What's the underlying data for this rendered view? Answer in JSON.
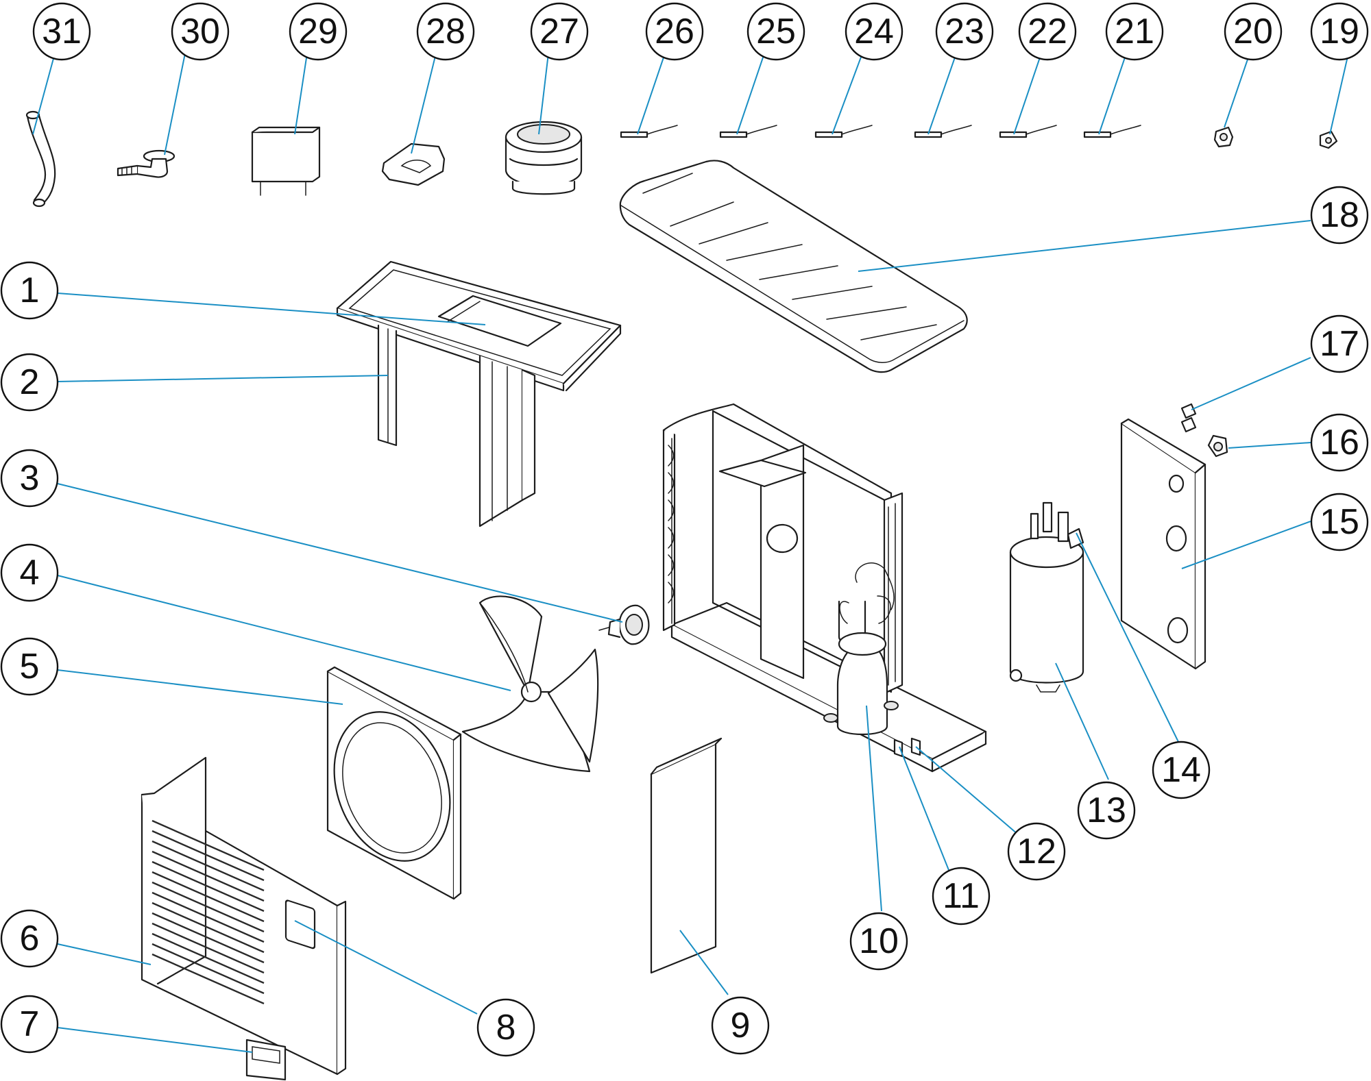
{
  "diagram": {
    "kind": "exploded-parts-view",
    "leader_color": "#1a8fc4",
    "callouts": [
      {
        "num": "1",
        "part": "control-board-tray"
      },
      {
        "num": "2",
        "part": "top-frame"
      },
      {
        "num": "3",
        "part": "fan-motor"
      },
      {
        "num": "4",
        "part": "fan-blade"
      },
      {
        "num": "5",
        "part": "fan-shroud-panel"
      },
      {
        "num": "6",
        "part": "front-grille-panel"
      },
      {
        "num": "7",
        "part": "controller-display"
      },
      {
        "num": "8",
        "part": "controller-cover"
      },
      {
        "num": "9",
        "part": "side-panel"
      },
      {
        "num": "10",
        "part": "compressor"
      },
      {
        "num": "11",
        "part": "valve-a"
      },
      {
        "num": "12",
        "part": "valve-b"
      },
      {
        "num": "13",
        "part": "water-heat-exchanger"
      },
      {
        "num": "14",
        "part": "flow-switch"
      },
      {
        "num": "15",
        "part": "rear-panel"
      },
      {
        "num": "16",
        "part": "pressure-gauge"
      },
      {
        "num": "17",
        "part": "water-connector"
      },
      {
        "num": "18",
        "part": "top-cover"
      },
      {
        "num": "19",
        "part": "clip"
      },
      {
        "num": "20",
        "part": "nut"
      },
      {
        "num": "21",
        "part": "sensor-probe-1"
      },
      {
        "num": "22",
        "part": "sensor-probe-2"
      },
      {
        "num": "23",
        "part": "sensor-probe-3"
      },
      {
        "num": "24",
        "part": "sensor-probe-4"
      },
      {
        "num": "25",
        "part": "sensor-probe-5"
      },
      {
        "num": "26",
        "part": "sensor-probe-6"
      },
      {
        "num": "27",
        "part": "union-fitting"
      },
      {
        "num": "28",
        "part": "rubber-pad"
      },
      {
        "num": "29",
        "part": "capacitor"
      },
      {
        "num": "30",
        "part": "drain-elbow"
      },
      {
        "num": "31",
        "part": "drain-hose"
      }
    ]
  }
}
